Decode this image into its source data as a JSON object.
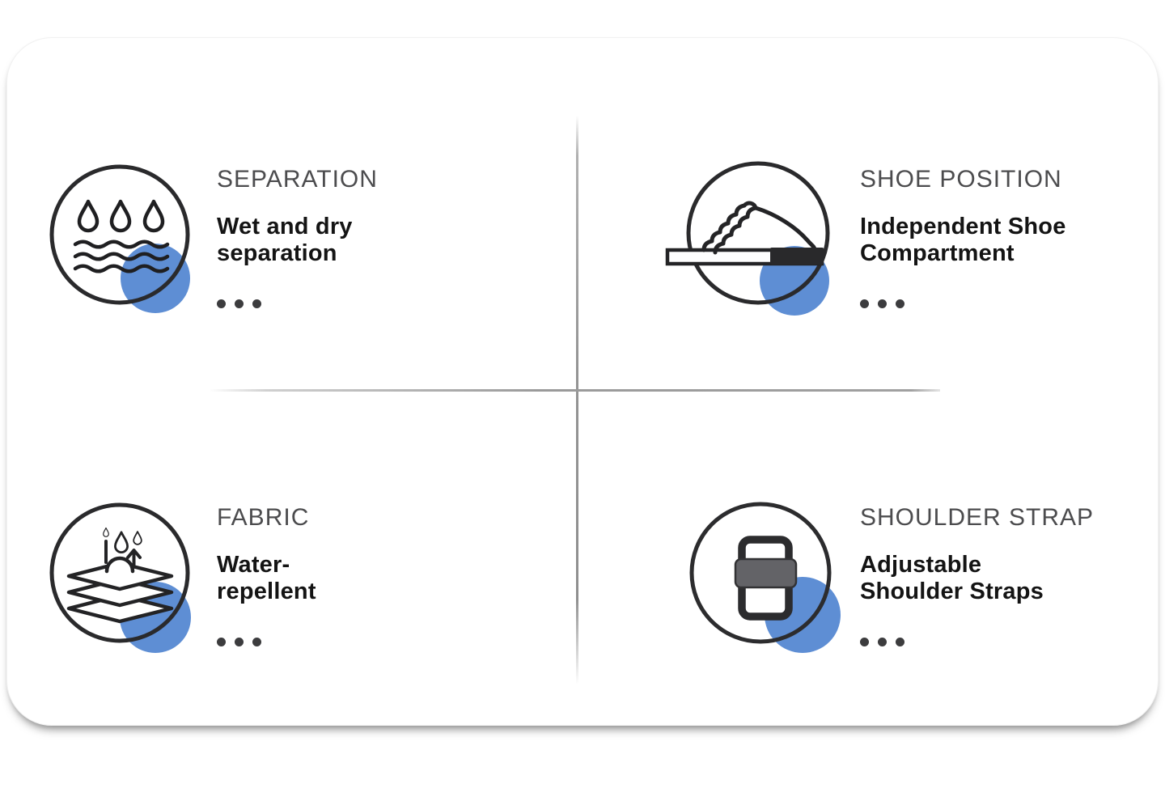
{
  "page": {
    "background": "#ffffff",
    "layout": "four-quadrant feature infographic card"
  },
  "features": [
    {
      "title": "SEPARATION",
      "description_line1": "Wet and dry",
      "description_line2": "separation",
      "icon": "water-drops-waves-icon",
      "more_dots": 3
    },
    {
      "title": "SHOE POSITION",
      "description_line1": "Independent Shoe",
      "description_line2": "Compartment",
      "icon": "shoe-on-shelf-icon",
      "more_dots": 3
    },
    {
      "title": "FABRIC",
      "description_line1": "Water-",
      "description_line2": "repellent",
      "icon": "layered-fabric-repel-icon",
      "more_dots": 3
    },
    {
      "title": "SHOULDER STRAP",
      "description_line1": "Adjustable",
      "description_line2": "Shoulder Straps",
      "icon": "strap-buckle-icon",
      "more_dots": 3
    }
  ],
  "colors": {
    "accent_blue": "#5e8ed4",
    "icon_stroke_dark": "#2a2a2c",
    "icon_line_art": "#1f1f21",
    "buckle_gray": "#636367",
    "sole_dark": "#29292b",
    "title_gray": "#4c4c4e",
    "text_black": "#141414",
    "divider_gray": "#9a9a9a",
    "dot_color": "#3c3c3e"
  }
}
